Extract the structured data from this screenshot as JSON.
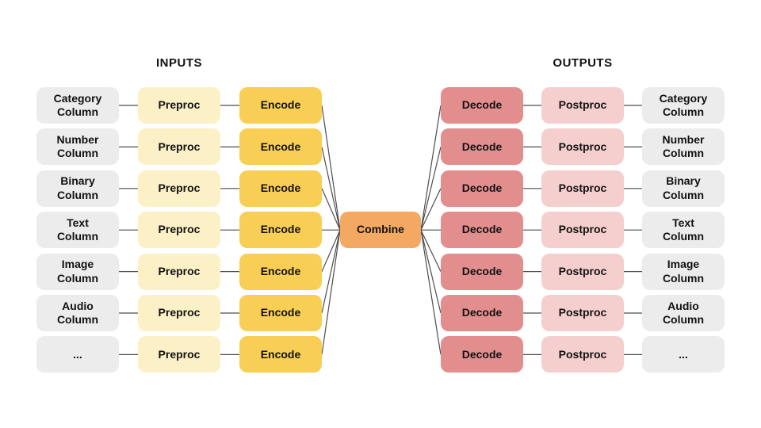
{
  "headers": {
    "inputs": "INPUTS",
    "outputs": "OUTPUTS"
  },
  "stages": {
    "preproc": "Preproc",
    "encode": "Encode",
    "combine": "Combine",
    "decode": "Decode",
    "postproc": "Postproc"
  },
  "rows": [
    {
      "input": "Category\nColumn",
      "output": "Category\nColumn"
    },
    {
      "input": "Number\nColumn",
      "output": "Number\nColumn"
    },
    {
      "input": "Binary\nColumn",
      "output": "Binary\nColumn"
    },
    {
      "input": "Text\nColumn",
      "output": "Text\nColumn"
    },
    {
      "input": "Image\nColumn",
      "output": "Image\nColumn"
    },
    {
      "input": "Audio\nColumn",
      "output": "Audio\nColumn"
    },
    {
      "input": "...",
      "output": "..."
    }
  ],
  "colors": {
    "background": "#FFFFFF",
    "column-box": "#ECECEC",
    "preproc-box": "#FCF0C7",
    "encode-box": "#F8CE55",
    "combine-box": "#F4A963",
    "decode-box": "#E28E8E",
    "postproc-box": "#F5CFCE",
    "connector": "#4D4D4D",
    "text": "#111111"
  }
}
